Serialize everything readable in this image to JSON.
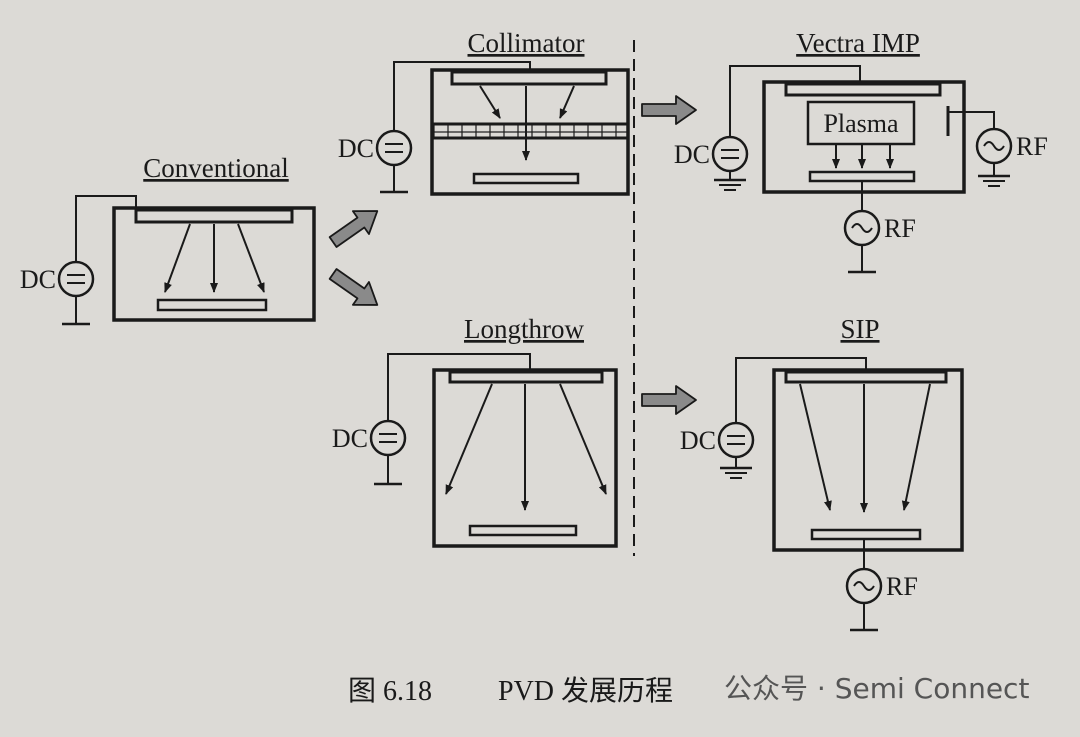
{
  "titles": {
    "conventional": "Conventional",
    "collimator": "Collimator",
    "vectra": "Vectra IMP",
    "longthrow": "Longthrow",
    "sip": "SIP"
  },
  "labels": {
    "dc": "DC",
    "rf": "RF",
    "plasma": "Plasma"
  },
  "caption": {
    "figure": "图 6.18",
    "text": "PVD 发展历程"
  },
  "watermark": {
    "text": "公众号 · Semi Connect"
  },
  "colors": {
    "line": "#1a1a1a",
    "block_arrow": "#8a8a8a",
    "paper": "#dcdad6"
  }
}
